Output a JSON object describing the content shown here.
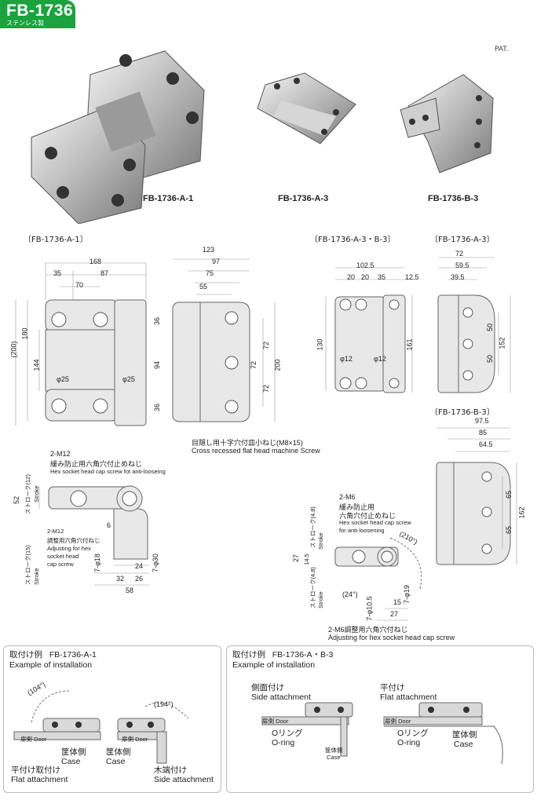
{
  "header": {
    "model": "FB-1736",
    "material": "ステンレス製"
  },
  "patent": "PAT.",
  "photos": {
    "a1": "FB-1736-A-1",
    "a3": "FB-1736-A-3",
    "b3": "FB-1736-B-3"
  },
  "sections": {
    "a1": "〔FB-1736-A-1〕",
    "a3b3": "〔FB-1736-A-3・B-3〕",
    "a3": "〔FB-1736-A-3〕",
    "b3": "〔FB-1736-B-3〕"
  },
  "dims_a1_front": {
    "w168": "168",
    "w35": "35",
    "w87": "87",
    "w70": "70",
    "h180": "180",
    "h200": "(200)",
    "h144": "144",
    "d25a": "φ25",
    "d25b": "φ25"
  },
  "dims_a1_side": {
    "w123": "123",
    "w97": "97",
    "w75": "75",
    "w55": "55",
    "v36a": "36",
    "v94": "94",
    "v36b": "36",
    "v72a": "72",
    "v72b": "72",
    "v72c": "72",
    "v200": "200"
  },
  "screw_note": {
    "jp": "目隠し用十字穴付皿小ねじ(M8×15)",
    "en": "Cross recessed flat head machine Screw"
  },
  "dims_a3b3_front": {
    "w1025": "102.5",
    "w20a": "20",
    "w20b": "20",
    "w35": "35",
    "w125": "12.5",
    "h130": "130",
    "h161": "161",
    "d12a": "φ12",
    "d12b": "φ12"
  },
  "dims_a3_side": {
    "w72": "72",
    "w595": "59.5",
    "w395": "39.5",
    "v50a": "50",
    "v50b": "50",
    "v152": "152"
  },
  "dims_b3_side": {
    "w975": "97.5",
    "w85": "85",
    "w645": "64.5",
    "v65a": "65",
    "v65b": "65",
    "v162": "162"
  },
  "a1_detail": {
    "m12": "2-M12",
    "m12_jp": "緩み防止用六角穴付止めねじ",
    "m12_en": "Hex socket head cap screw fot anti-looseing",
    "stroke12": "ストローク(12)",
    "stroke_en": "Stroke",
    "v52": "52",
    "m12b": "2-M12",
    "adj_jp": "調整用六角穴付ねじ",
    "adj_en1": "Adjusting for hex",
    "adj_en2": "socket head",
    "adj_en3": "cap screw",
    "stroke15": "ストローク(15)",
    "v6": "6",
    "d18": "7-φ18",
    "d30": "7-φ30",
    "v24": "24",
    "v32": "32",
    "v26": "26",
    "v58": "58"
  },
  "a3_detail": {
    "m6": "2-M6",
    "m6_jp1": "緩み防止用",
    "m6_jp2": "六角穴付止めねじ",
    "m6_en1": "Hex socket head cap screw",
    "m6_en2": "for anti-loosening",
    "stroke48a": "ストローク(4.8)",
    "stroke_en": "Stroke",
    "ang210": "(210°)",
    "v27": "27",
    "v145": "14.5",
    "stroke48b": "ストローク(4.8)",
    "ang24": "(24°)",
    "d105": "7-φ10.5",
    "v15": "15",
    "d19": "7-φ19",
    "v27b": "27",
    "adj_m6": "2-M6調整用六角穴付ねじ",
    "adj_en": "Adjusting for hex socket head cap screw"
  },
  "install_left": {
    "title_jp": "取付け例",
    "model": "FB-1736-A-1",
    "title_en": "Example of installation",
    "ang104": "(104°)",
    "ang194": "(194°)",
    "door1": "扉側 Door",
    "door2": "扉側 Door",
    "case1_jp": "筐体側",
    "case1_en": "Case",
    "case2_jp": "筐体側",
    "case2_en": "Case",
    "flat_jp": "平付け取付け",
    "flat_en": "Flat attachment",
    "side_jp": "木端付け",
    "side_en": "Side attachment"
  },
  "install_right": {
    "title_jp": "取付け例",
    "model": "FB-1736-A・B-3",
    "title_en": "Example of installation",
    "side_jp": "側面付け",
    "side_en": "Side attachment",
    "flat_jp": "平付け",
    "flat_en": "Flat attachment",
    "door1": "扉側 Door",
    "door2": "扉側 Door",
    "oring1_jp": "Oリング",
    "oring1_en": "O-ring",
    "case1_jp": "筐体側",
    "case1_en": "Case",
    "oring2_jp": "Oリング",
    "oring2_en": "O-ring",
    "case2_jp": "筐体側",
    "case2_en": "Case"
  }
}
